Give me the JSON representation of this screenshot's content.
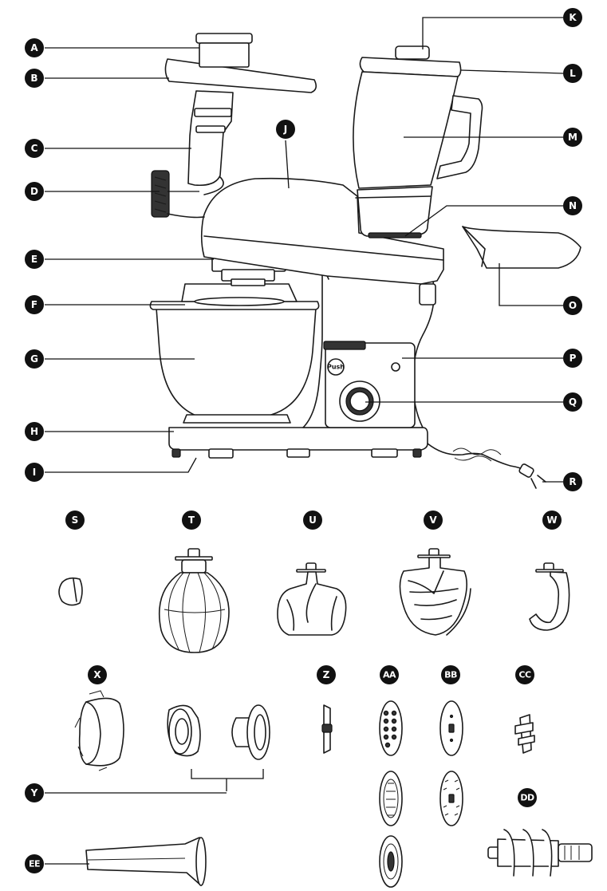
{
  "labels": {
    "A": "A",
    "B": "B",
    "C": "C",
    "D": "D",
    "E": "E",
    "F": "F",
    "G": "G",
    "H": "H",
    "I": "I",
    "J": "J",
    "K": "K",
    "L": "L",
    "M": "M",
    "N": "N",
    "O": "O",
    "P": "P",
    "Q": "Q",
    "R": "R",
    "S": "S",
    "T": "T",
    "U": "U",
    "V": "V",
    "W": "W",
    "X": "X",
    "Y": "Y",
    "Z": "Z",
    "AA": "AA",
    "BB": "BB",
    "CC": "CC",
    "DD": "DD",
    "EE": "EE"
  },
  "button_text": "Push",
  "colors": {
    "badge": "#111111",
    "line": "#1a1a1a",
    "background": "#ffffff"
  },
  "icons": [
    "stand-mixer-icon",
    "meat-grinder-icon",
    "blender-icon",
    "splash-guard-icon",
    "whisk-icon",
    "beater-icon",
    "dough-hook-icon"
  ]
}
